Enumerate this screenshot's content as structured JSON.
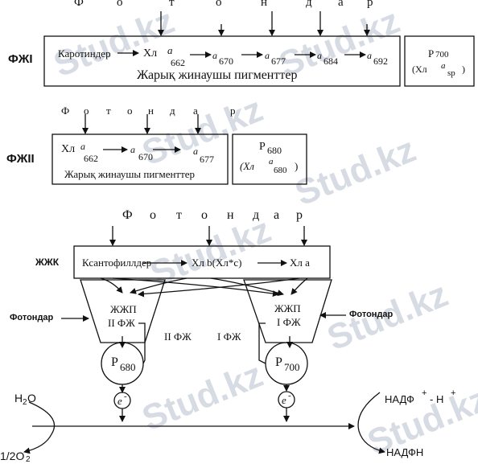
{
  "watermark": {
    "text": "Stud.kz"
  },
  "panel1": {
    "photons_letters": [
      "Ф",
      "о",
      "т",
      "о",
      "н",
      "д",
      "а",
      "р"
    ],
    "row_label": "ФЖІ",
    "main_box": {
      "carotenoids": "Каротиндер",
      "chain": [
        {
          "prefix": "Хл",
          "a": "a",
          "sub": "662"
        },
        {
          "a": "a",
          "sub": "670"
        },
        {
          "a": "a",
          "sub": "677"
        },
        {
          "a": "a",
          "sub": "684"
        },
        {
          "a": "a",
          "sub": "692"
        }
      ],
      "caption": "Жарық жинаушы пигменттер"
    },
    "side_box": {
      "title": "Р",
      "title_sub": "700",
      "line2": "(Хл",
      "a": "a",
      "a_sub": "sp",
      "close": ")"
    }
  },
  "panel2": {
    "photons_letters": [
      "Ф",
      "о",
      "т",
      "о",
      "н",
      "д",
      "а",
      "р"
    ],
    "row_label": "ФЖІІ",
    "main_box": {
      "chain": [
        {
          "prefix": "Хл",
          "a": "a",
          "sub": "662"
        },
        {
          "a": "a",
          "sub": "670"
        },
        {
          "a": "a",
          "sub": "677"
        }
      ],
      "caption": "Жарық жинаушы пигменттер"
    },
    "side_box": {
      "title": "Р",
      "title_sub": "680",
      "line2": "(Хл",
      "a": "a",
      "a_sub": "680",
      "close": ")"
    }
  },
  "panel3": {
    "photons_letters": [
      "Ф",
      "о",
      "т",
      "о",
      "н",
      "д",
      "а",
      "р"
    ],
    "zhzhk_label": "ЖЖК",
    "zhzhk_box": {
      "item1": "Ксантофиллдер",
      "item2": "Хл b(Хл*c)",
      "item3": "Хл a"
    },
    "left_funnel": {
      "line1": "ЖЖП",
      "line2": "II ФЖ"
    },
    "right_funnel": {
      "line1": "ЖЖП",
      "line2": "I ФЖ"
    },
    "left_photons": "Фотондар",
    "right_photons": "Фотондар",
    "ii_label": "II ФЖ",
    "i_label": "I ФЖ",
    "p680": {
      "p": "Р",
      "sub": "680"
    },
    "p700": {
      "p": "Р",
      "sub": "700"
    },
    "electron": {
      "e": "e",
      "sup": "-"
    },
    "h2o": {
      "h": "H",
      "sub": "2",
      "o": "O"
    },
    "o2": "1/2O",
    "o2_sub": "2",
    "nadf_plus": {
      "text": "НАДФ",
      "sup1": "+",
      "dash": "- H",
      "sup2": "+"
    },
    "nadfh": "НАДФН"
  }
}
